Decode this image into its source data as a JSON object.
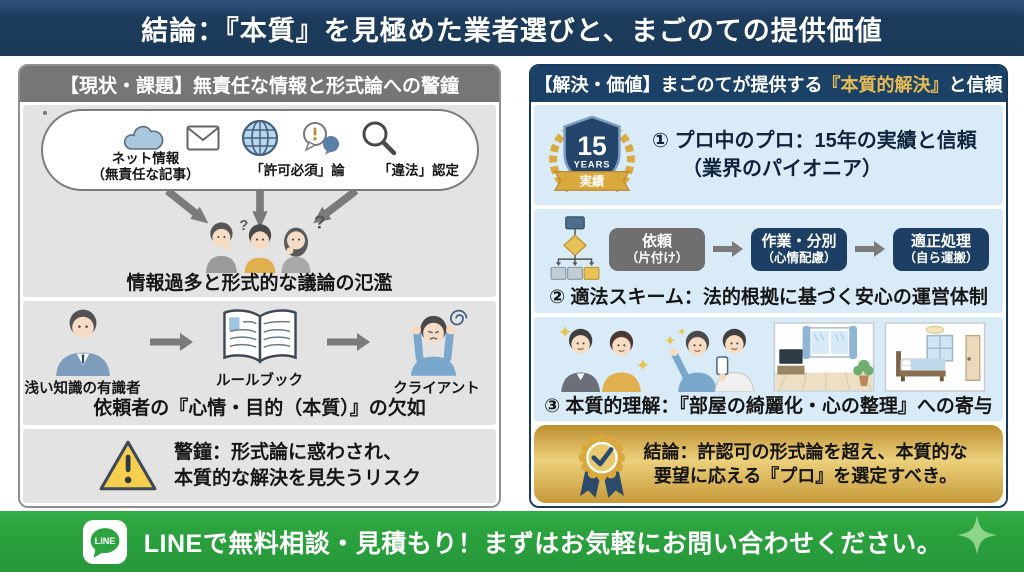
{
  "title": "結論：『本質』を見極めた業者選びと、まごのての提供価値",
  "left_panel": {
    "header": "【現状・課題】無責任な情報と形式論への警鐘",
    "cloud_items": [
      {
        "line1": "ネット情報",
        "line2": "（無責任な記事）"
      },
      {
        "line1": "「許可必須」論"
      },
      {
        "line1": "「違法」認定"
      }
    ],
    "question_mark": "?",
    "confusion_caption": "情報過多と形式的な議論の氾濫",
    "flow_steps": [
      "浅い知識の有識者",
      "ルールブック",
      "クライアント"
    ],
    "flow_caption": "依頼者の『心情・目的（本質）』の欠如",
    "warning_line1": "警鐘：形式論に惑わされ、",
    "warning_line2": "本質的な解決を見失うリスク"
  },
  "right_panel": {
    "header_prefix": "【解決・価値】まごのてが提供する",
    "header_highlight": "『本質的解決』",
    "header_suffix": "と信頼",
    "badge": {
      "number": "15",
      "unit": "YEARS",
      "ribbon": "実績"
    },
    "point1_line1": "① プロ中のプロ：15年の実績と信頼",
    "point1_line2": "（業界のパイオニア）",
    "scheme_boxes": [
      {
        "title": "依頼",
        "sub": "（片付け）"
      },
      {
        "title": "作業・分別",
        "sub": "（心情配慮）"
      },
      {
        "title": "適正処理",
        "sub": "（自ら運搬）"
      }
    ],
    "scheme_caption": "② 適法スキーム：法的根拠に基づく安心の運営体制",
    "point3_caption": "③ 本質的理解：『部屋の綺麗化・心の整理』への寄与",
    "conclusion_line1": "結論：許認可の形式論を超え、本質的な",
    "conclusion_line2": "要望に応える『プロ』を選定すべき。"
  },
  "footer": {
    "line_icon_label": "LINE",
    "text": "LINEで無料相談・見積もり！まずはお気軽にお問い合わせください。"
  },
  "colors": {
    "title_navy": "#1c3a5a",
    "panel_gray_header": "#767676",
    "panel_navy_header": "#1c4166",
    "section_gray": "#e3e3e3",
    "section_blue": "#d9ebf7",
    "gold": "#d9a93e",
    "gold_header_text": "#e6bd55",
    "warning_yellow": "#f6cf4e",
    "line_green": "#2ba33e"
  }
}
